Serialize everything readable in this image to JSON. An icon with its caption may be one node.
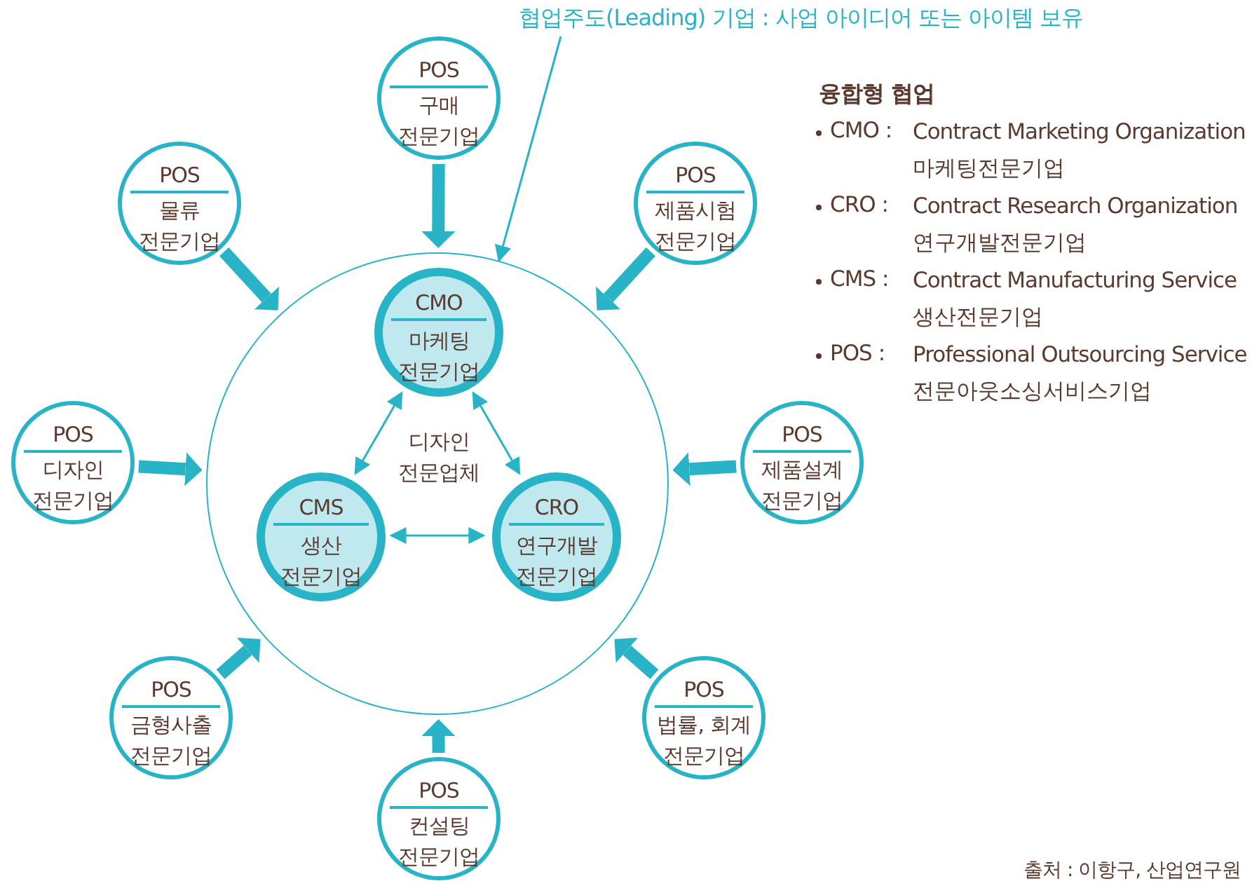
{
  "diagram": {
    "nodes": [
      {
        "text": [
          "협업주도(Leading) 기업 : 사업 아이디어 또는 아이템 보유"
        ]
      },
      {
        "text": [
          "디자인 전문업체"
        ]
      },
      {
        "text": [
          "CMO",
          "마케팅 전문기업"
        ],
        "in": 1
      },
      {
        "text": [
          "CMS",
          "생산 전문기업"
        ],
        "in": 1
      },
      {
        "text": [
          "CRO",
          "연구개발 전문기업"
        ],
        "in": 1
      },
      {
        "text": [
          "POS",
          "구매 전문기업"
        ]
      },
      {
        "text": [
          "POS",
          "물류 전문기업"
        ]
      },
      {
        "text": [
          "POS",
          "제품시험 전문기업"
        ]
      },
      {
        "text": [
          "POS",
          "디자인 전문기업"
        ]
      },
      {
        "text": [
          "POS",
          "제품설계 전문기업"
        ]
      },
      {
        "text": [
          "POS",
          "금형사출 전문기업"
        ]
      },
      {
        "text": [
          "POS",
          "법률, 회계 전문기업"
        ]
      },
      {
        "text": [
          "POS",
          "컨설팅 전문기업"
        ]
      }
    ],
    "edges": [
      {
        "from": 0,
        "to": 1,
        "arrow": "to"
      },
      {
        "from": 2,
        "to": 3,
        "arrow": "both"
      },
      {
        "from": 2,
        "to": 4,
        "arrow": "both"
      },
      {
        "from": 3,
        "to": 4,
        "arrow": "both"
      },
      {
        "from": 5,
        "to": 1,
        "arrow": "to"
      },
      {
        "from": 6,
        "to": 1,
        "arrow": "to"
      },
      {
        "from": 7,
        "to": 1,
        "arrow": "to"
      },
      {
        "from": 8,
        "to": 1,
        "arrow": "to"
      },
      {
        "from": 9,
        "to": 1,
        "arrow": "to"
      },
      {
        "from": 10,
        "to": 1,
        "arrow": "to"
      },
      {
        "from": 11,
        "to": 1,
        "arrow": "to"
      },
      {
        "from": 12,
        "to": 1,
        "arrow": "to"
      }
    ],
    "labels": [
      "융합형 협업",
      "CMO :",
      "Contract Marketing Organization 마케팅전문기업",
      "CRO :",
      "Contract Research Organization 연구개발전문기업",
      "CMS :",
      "Contract Manufacturing Service 생산전문기업",
      "POS :",
      "Professional Outsourcing Service 전문아웃소싱서비스기업",
      "출처 : 이항구, 산업연구원"
    ]
  }
}
